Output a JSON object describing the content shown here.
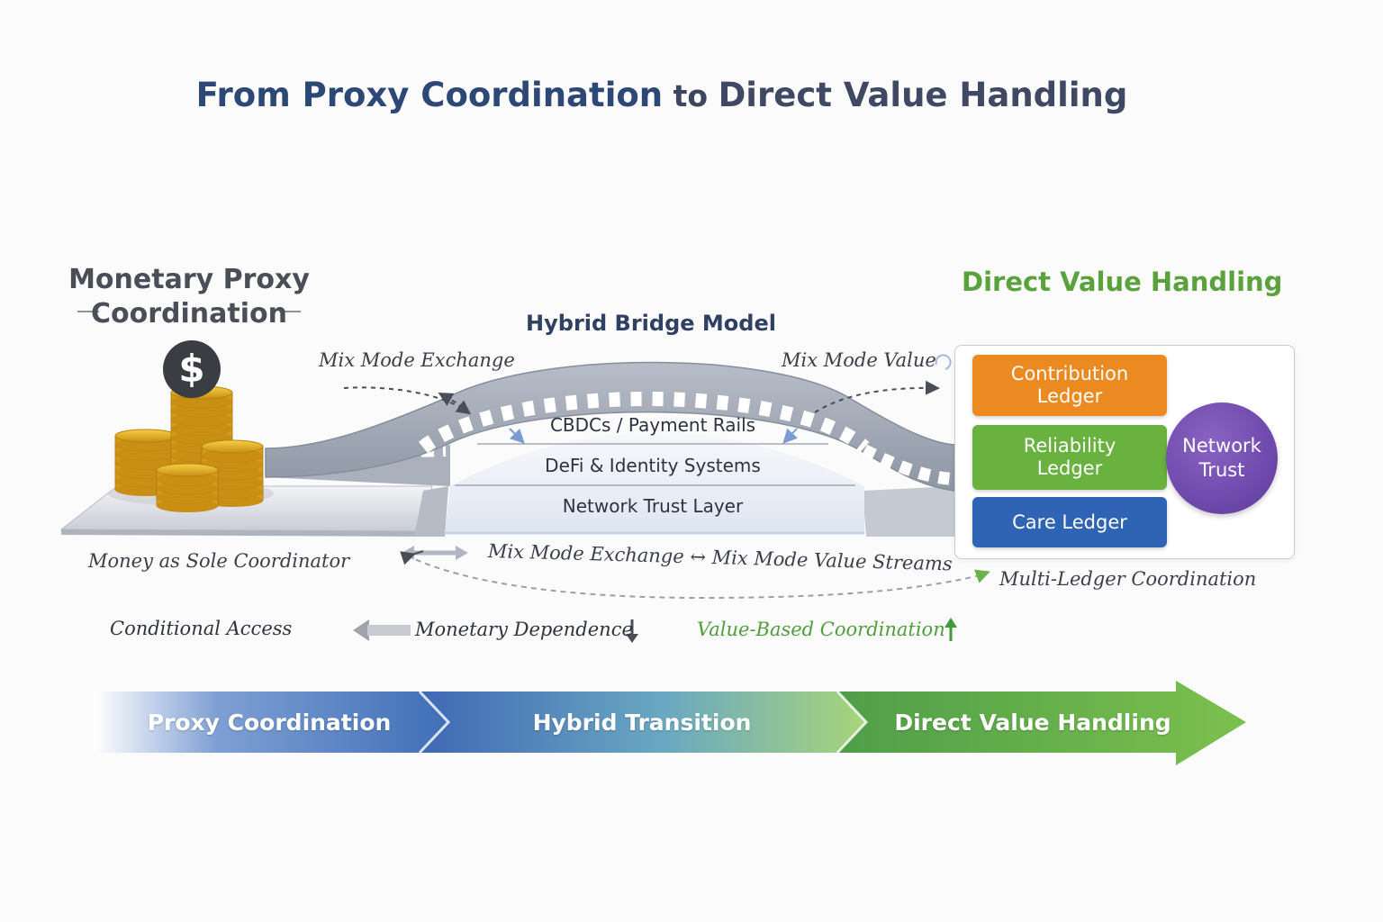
{
  "title": {
    "part1": "From Proxy Coordination",
    "part2": " to ",
    "part3": "Direct Value Handling"
  },
  "left": {
    "heading_line1": "Monetary Proxy",
    "heading_line2": "Coordination",
    "dollar_symbol": "$",
    "caption": "Money as Sole Coordinator"
  },
  "bridge": {
    "heading": "Hybrid Bridge Model",
    "label_left": "Mix Mode Exchange",
    "label_right": "Mix Mode Value",
    "layers": [
      "CBDCs / Payment Rails",
      "DeFi & Identity Systems",
      "Network Trust Layer"
    ],
    "bottom_label": "Mix Mode Exchange ↔ Mix Mode Value Streams"
  },
  "right": {
    "heading": "Direct Value Handling",
    "ledgers": [
      {
        "line1": "Contribution",
        "line2": "Ledger",
        "color": "#ec8a22"
      },
      {
        "line1": "Reliability",
        "line2": "Ledger",
        "color": "#69b240"
      },
      {
        "line1": "Care Ledger",
        "line2": "",
        "color": "#2f63b3"
      }
    ],
    "trust_line1": "Network",
    "trust_line2": "Trust",
    "trust_color": "#6a46a8",
    "caption": "Multi-Ledger Coordination"
  },
  "row": {
    "conditional": "Conditional Access",
    "dependence": "Monetary Dependence",
    "value_based": "Value-Based Coordination"
  },
  "progression": [
    {
      "label": "Proxy Coordination",
      "color": "#3f6fb8"
    },
    {
      "label": "Hybrid Transition",
      "color": "#5a8fcb"
    },
    {
      "label": "Direct Value Handling",
      "color": "#5aa948"
    }
  ]
}
